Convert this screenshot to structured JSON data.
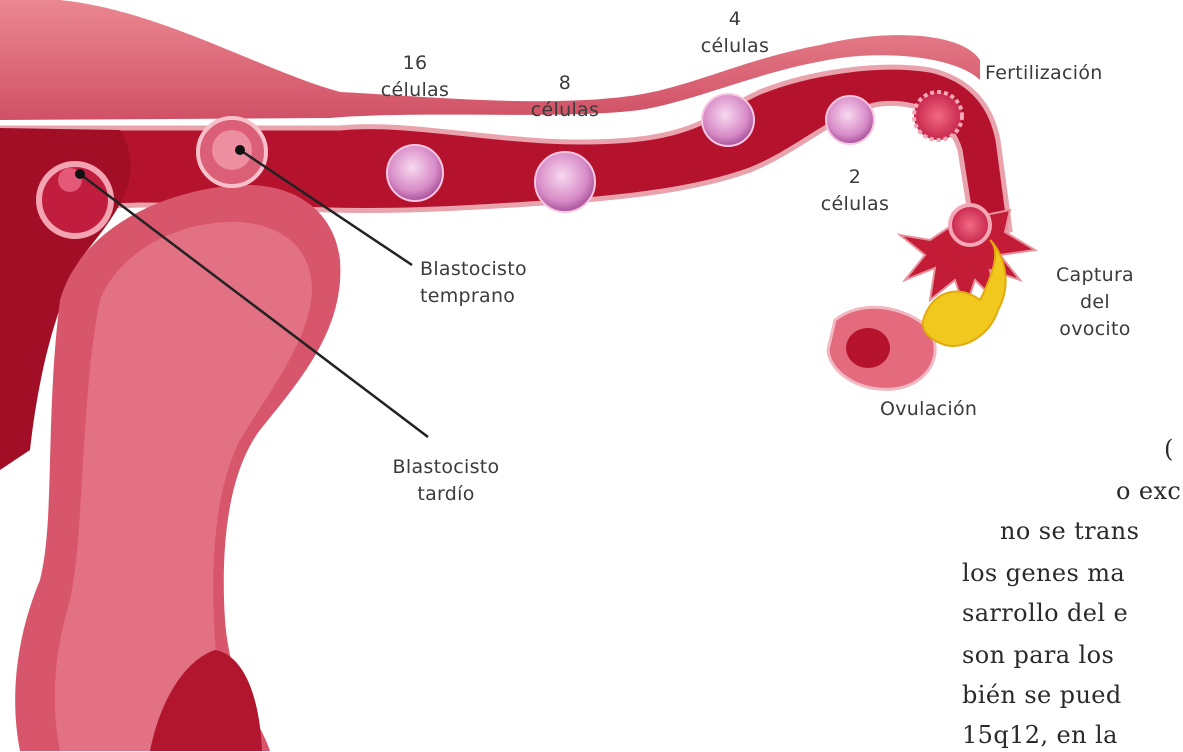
{
  "labels": {
    "sixteen_cells": [
      "16",
      "células"
    ],
    "eight_cells": [
      "8",
      "células"
    ],
    "four_cells": [
      "4",
      "células"
    ],
    "two_cells": [
      "2",
      "células"
    ],
    "fertilization": "Fertilización",
    "oocyte_capture": [
      "Captura",
      "del",
      "ovocito"
    ],
    "ovulation": "Ovulación",
    "early_blastocyst": [
      "Blastocisto",
      "temprano"
    ],
    "late_blastocyst": [
      "Blastocisto",
      "tardío"
    ]
  },
  "cropped_text": {
    "lines": [
      "(",
      "o exc",
      "no se trans",
      "los genes ma",
      "sarrollo del e",
      "son para los",
      "bién se pued",
      "15q12, en la"
    ]
  },
  "colors": {
    "tube": "#b0102a",
    "tube_wall": "#e88a96",
    "uterus_tissue": "#d8566b",
    "labels": "#3b3b3b",
    "yolk": "#f0c81e"
  }
}
